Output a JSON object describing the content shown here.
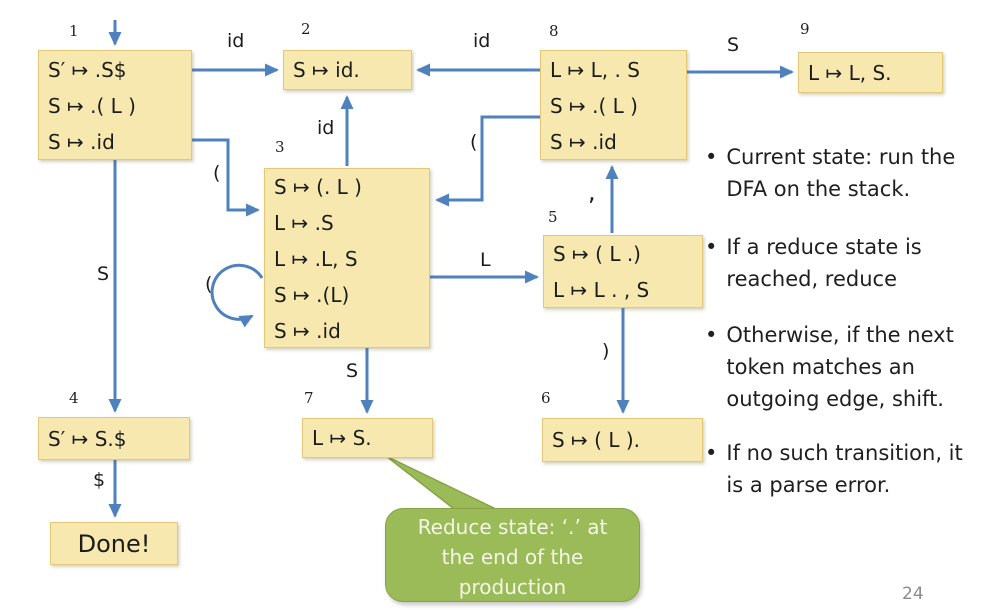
{
  "colors": {
    "box_fill": "#F7E8AF",
    "box_border": "#E2C878",
    "arrow": "#4F81BD",
    "text": "#1c1c1c",
    "callout_fill": "#9BBB59",
    "callout_border": "#87A345",
    "callout_text": "#F4F7E7",
    "page_num": "#8C8C8C"
  },
  "states": [
    {
      "id": "1",
      "lines": [
        "S′ ↦ .S$",
        "S ↦ .( L )",
        "S ↦ .id"
      ]
    },
    {
      "id": "2",
      "lines": [
        "S ↦ id."
      ]
    },
    {
      "id": "3",
      "lines": [
        "S ↦ (. L )",
        "L ↦ .S",
        "L ↦ .L, S",
        "S ↦ .(L)",
        "S ↦ .id"
      ]
    },
    {
      "id": "4",
      "lines": [
        "S′ ↦ S.$"
      ]
    },
    {
      "id": "5",
      "lines": [
        "S ↦ ( L .)",
        "L ↦ L . , S"
      ]
    },
    {
      "id": "6",
      "lines": [
        "S ↦ ( L )."
      ]
    },
    {
      "id": "7",
      "lines": [
        "L ↦ S."
      ]
    },
    {
      "id": "8",
      "lines": [
        "L ↦ L, . S",
        "S ↦ .( L )",
        "S ↦ .id"
      ]
    },
    {
      "id": "9",
      "lines": [
        "L ↦ L, S."
      ]
    }
  ],
  "done_label": "Done!",
  "edge_labels": {
    "s1_to_s2": "id",
    "s8_to_s2": "id",
    "s3_to_s2": "id",
    "s8_to_s9": "S",
    "s1_to_s3": "(",
    "s8_to_s3": "(",
    "s3_loop": "(",
    "s1_to_s4": "S",
    "s4_to_done": "$",
    "s3_to_s7": "S",
    "s3_to_s5": "L",
    "s5_to_s8": ",",
    "s5_to_s6": ")"
  },
  "callout": {
    "lines": [
      "Reduce state: ‘.’ at",
      "the end of the",
      "production"
    ]
  },
  "bullets": [
    {
      "marker": "•",
      "text": "Current state: run the DFA on the stack."
    },
    {
      "marker": "•",
      "text": "If a reduce state is reached, reduce"
    },
    {
      "marker": "•",
      "text": "Otherwise, if the next token matches an outgoing edge, shift."
    },
    {
      "marker": "•",
      "text": "If no such transition, it is a parse error."
    }
  ],
  "page_number": "24"
}
